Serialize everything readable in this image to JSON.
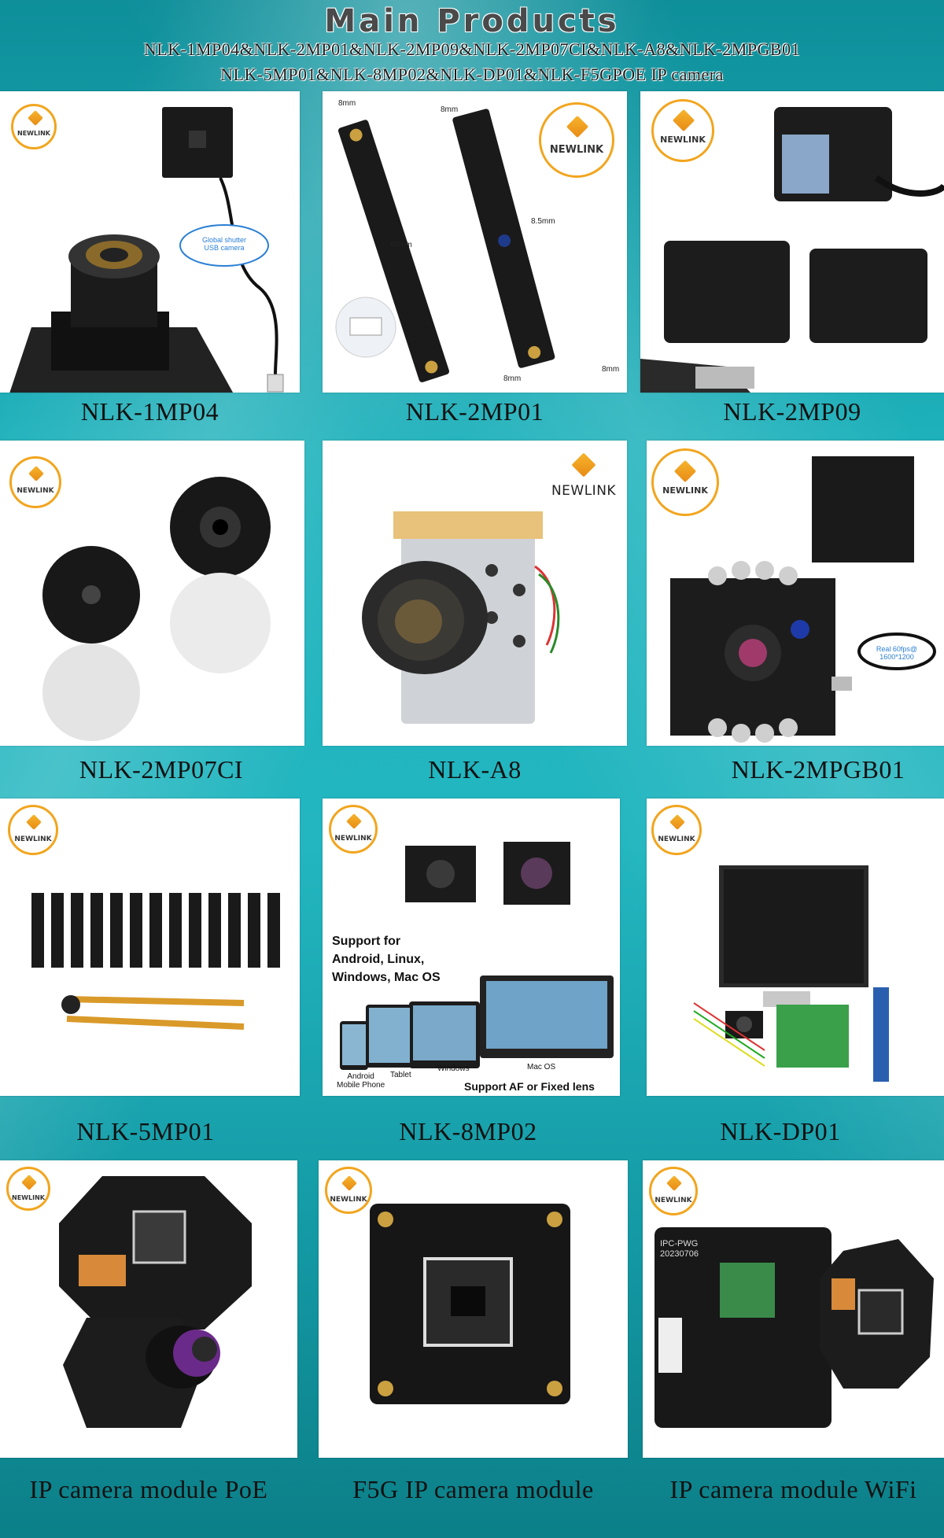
{
  "header": {
    "title": "Main Products",
    "subtitle_line1": "NLK-1MP04&NLK-2MP01&NLK-2MP09&NLK-2MP07CI&NLK-A8&NLK-2MPGB01",
    "subtitle_line2": "NLK-5MP01&NLK-8MP02&NLK-DP01&NLK-F5GPOE IP camera"
  },
  "brand": {
    "logo_text": "NEWLINK",
    "accent": "#f2a51e"
  },
  "colors": {
    "background": "#1fb3bd",
    "card": "#ffffff",
    "caption_text": "#111111"
  },
  "products": [
    {
      "caption": "NLK-1MP04",
      "image_text": [
        "Global shutter",
        "USB camera"
      ]
    },
    {
      "caption": "NLK-2MP01",
      "image_text": [
        "8mm",
        "8mm",
        "60mm",
        "8.5mm",
        "8mm",
        "8mm"
      ]
    },
    {
      "caption": "NLK-2MP09",
      "image_text": []
    },
    {
      "caption": "NLK-2MP07CI",
      "image_text": []
    },
    {
      "caption": "NLK-A8",
      "image_text": []
    },
    {
      "caption": "NLK-2MPGB01",
      "image_text": [
        "Real 60fps@",
        "1600*1200"
      ]
    },
    {
      "caption": "NLK-5MP01",
      "image_text": []
    },
    {
      "caption": "NLK-8MP02",
      "image_text": [
        "Support for",
        "Android, Linux,",
        "Windows, Mac OS",
        "Android",
        "Mobile Phone",
        "Tablet",
        "Windows",
        "Mac OS",
        "Support AF or Fixed lens"
      ]
    },
    {
      "caption": "NLK-DP01",
      "image_text": []
    },
    {
      "caption": "IP camera module PoE",
      "image_text": []
    },
    {
      "caption": "F5G IP camera module",
      "image_text": []
    },
    {
      "caption": "IP camera module WiFi",
      "image_text": [
        "IPC-PWG",
        "20230706"
      ]
    }
  ]
}
